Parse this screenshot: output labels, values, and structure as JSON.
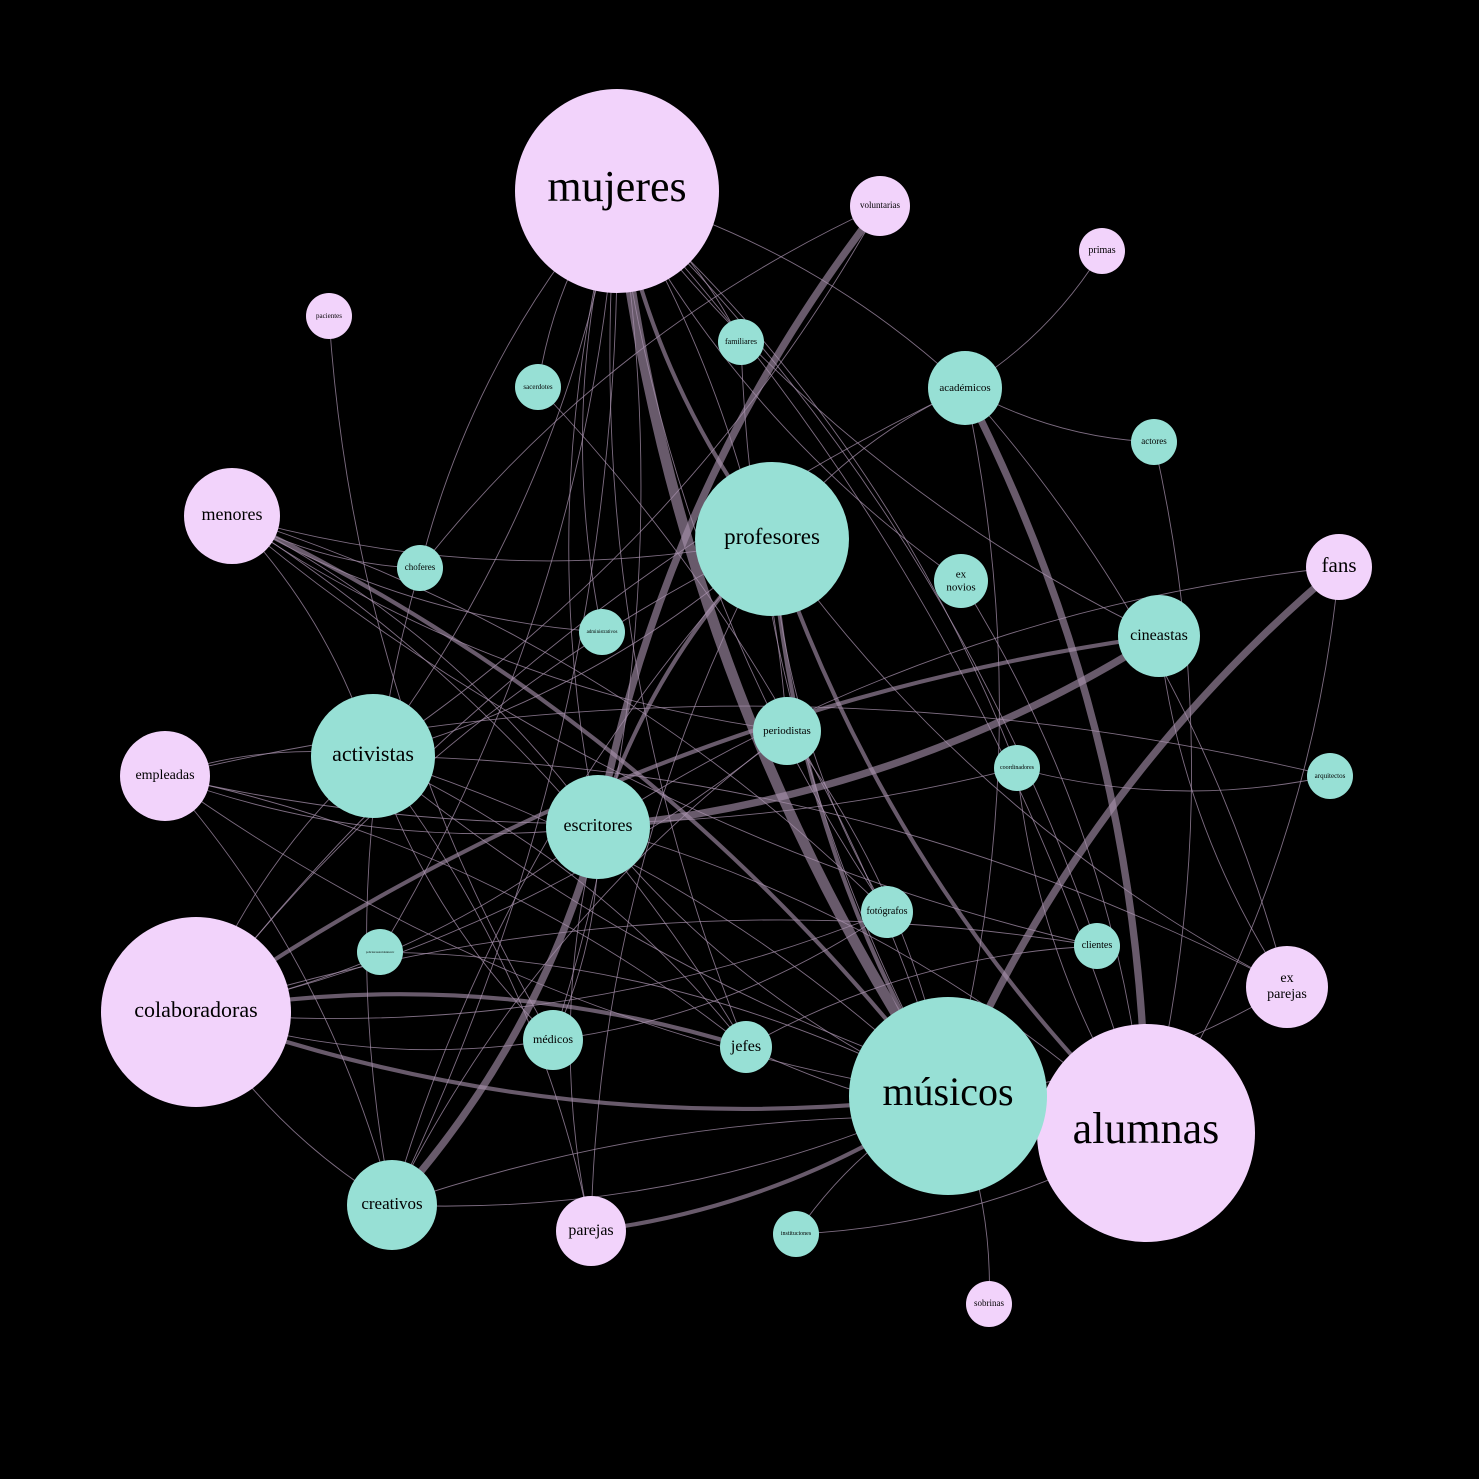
{
  "colors": {
    "background": "#000000",
    "female_node": "#f2d3fb",
    "male_node": "#97e0d5",
    "edge": "#a892ad",
    "label": "#000000"
  },
  "nodes": [
    {
      "id": "mujeres",
      "label": "mujeres",
      "group": "female",
      "weight": 10
    },
    {
      "id": "alumnas",
      "label": "alumnas",
      "group": "female",
      "weight": 10
    },
    {
      "id": "colaboradoras",
      "label": "colaboradoras",
      "group": "female",
      "weight": 9
    },
    {
      "id": "menores",
      "label": "menores",
      "group": "female",
      "weight": 4
    },
    {
      "id": "empleadas",
      "label": "empleadas",
      "group": "female",
      "weight": 4
    },
    {
      "id": "fans",
      "label": "fans",
      "group": "female",
      "weight": 3
    },
    {
      "id": "ex-parejas",
      "label": "ex\nparejas",
      "group": "female",
      "weight": 3.5
    },
    {
      "id": "parejas",
      "label": "parejas",
      "group": "female",
      "weight": 3
    },
    {
      "id": "voluntarias",
      "label": "voluntarias",
      "group": "female",
      "weight": 2
    },
    {
      "id": "primas",
      "label": "primas",
      "group": "female",
      "weight": 1.5
    },
    {
      "id": "pacientes",
      "label": "pacientes",
      "group": "female",
      "weight": 1.5
    },
    {
      "id": "sobrinas",
      "label": "sobrinas",
      "group": "female",
      "weight": 1.5
    },
    {
      "id": "musicos",
      "label": "músicos",
      "group": "male",
      "weight": 10
    },
    {
      "id": "profesores",
      "label": "profesores",
      "group": "male",
      "weight": 7
    },
    {
      "id": "activistas",
      "label": "activistas",
      "group": "male",
      "weight": 6
    },
    {
      "id": "escritores",
      "label": "escritores",
      "group": "male",
      "weight": 5
    },
    {
      "id": "cineastas",
      "label": "cineastas",
      "group": "male",
      "weight": 3.5
    },
    {
      "id": "creativos",
      "label": "creativos",
      "group": "male",
      "weight": 4
    },
    {
      "id": "academicos",
      "label": "académicos",
      "group": "male",
      "weight": 3.5
    },
    {
      "id": "periodistas",
      "label": "periodistas",
      "group": "male",
      "weight": 3
    },
    {
      "id": "medicos",
      "label": "médicos",
      "group": "male",
      "weight": 2.5
    },
    {
      "id": "jefes",
      "label": "jefes",
      "group": "male",
      "weight": 2.2
    },
    {
      "id": "fotografos",
      "label": "fotógrafos",
      "group": "male",
      "weight": 2.2
    },
    {
      "id": "clientes",
      "label": "clientes",
      "group": "male",
      "weight": 2
    },
    {
      "id": "ex-novios",
      "label": "ex\nnovios",
      "group": "male",
      "weight": 2.3
    },
    {
      "id": "choferes",
      "label": "choferes",
      "group": "male",
      "weight": 2
    },
    {
      "id": "administrativos",
      "label": "administrativos",
      "group": "male",
      "weight": 1.8
    },
    {
      "id": "familiares",
      "label": "familiares",
      "group": "male",
      "weight": 1.8
    },
    {
      "id": "sacerdotes",
      "label": "sacerdotes",
      "group": "male",
      "weight": 1.8
    },
    {
      "id": "actores",
      "label": "actores",
      "group": "male",
      "weight": 1.8
    },
    {
      "id": "coordinadores",
      "label": "coordinadores",
      "group": "male",
      "weight": 1.8
    },
    {
      "id": "arquitectos",
      "label": "arquitectos",
      "group": "male",
      "weight": 1.8
    },
    {
      "id": "policias",
      "label": "policías/autoridades/etc",
      "group": "male",
      "weight": 1.8
    },
    {
      "id": "instituciones",
      "label": "instituciones",
      "group": "male",
      "weight": 1.8
    }
  ],
  "edges": [
    {
      "source": "mujeres",
      "target": "musicos",
      "weight": 4
    },
    {
      "source": "mujeres",
      "target": "alumnas",
      "weight": 1
    },
    {
      "source": "mujeres",
      "target": "profesores",
      "weight": 2
    },
    {
      "source": "mujeres",
      "target": "periodistas",
      "weight": 1
    },
    {
      "source": "mujeres",
      "target": "fotografos",
      "weight": 1
    },
    {
      "source": "mujeres",
      "target": "clientes",
      "weight": 1
    },
    {
      "source": "mujeres",
      "target": "ex-novios",
      "weight": 1
    },
    {
      "source": "mujeres",
      "target": "academicos",
      "weight": 1
    },
    {
      "source": "mujeres",
      "target": "cineastas",
      "weight": 1
    },
    {
      "source": "mujeres",
      "target": "coordinadores",
      "weight": 1
    },
    {
      "source": "mujeres",
      "target": "jefes",
      "weight": 1
    },
    {
      "source": "mujeres",
      "target": "medicos",
      "weight": 1
    },
    {
      "source": "mujeres",
      "target": "escritores",
      "weight": 1
    },
    {
      "source": "mujeres",
      "target": "activistas",
      "weight": 1
    },
    {
      "source": "mujeres",
      "target": "choferes",
      "weight": 1
    },
    {
      "source": "mujeres",
      "target": "creativos",
      "weight": 1
    },
    {
      "source": "mujeres",
      "target": "administrativos",
      "weight": 1
    },
    {
      "source": "mujeres",
      "target": "familiares",
      "weight": 1
    },
    {
      "source": "mujeres",
      "target": "sacerdotes",
      "weight": 1
    },
    {
      "source": "mujeres",
      "target": "policias",
      "weight": 1
    },
    {
      "source": "voluntarias",
      "target": "escritores",
      "weight": 3
    },
    {
      "source": "voluntarias",
      "target": "activistas",
      "weight": 1
    },
    {
      "source": "voluntarias",
      "target": "choferes",
      "weight": 1
    },
    {
      "source": "primas",
      "target": "academicos",
      "weight": 1
    },
    {
      "source": "pacientes",
      "target": "medicos",
      "weight": 1
    },
    {
      "source": "menores",
      "target": "musicos",
      "weight": 2
    },
    {
      "source": "menores",
      "target": "profesores",
      "weight": 1
    },
    {
      "source": "menores",
      "target": "escritores",
      "weight": 1
    },
    {
      "source": "menores",
      "target": "periodistas",
      "weight": 1
    },
    {
      "source": "menores",
      "target": "fotografos",
      "weight": 1
    },
    {
      "source": "menores",
      "target": "clientes",
      "weight": 1
    },
    {
      "source": "menores",
      "target": "jefes",
      "weight": 1
    },
    {
      "source": "menores",
      "target": "choferes",
      "weight": 1
    },
    {
      "source": "menores",
      "target": "activistas",
      "weight": 1
    },
    {
      "source": "menores",
      "target": "administrativos",
      "weight": 1
    },
    {
      "source": "empleadas",
      "target": "activistas",
      "weight": 1
    },
    {
      "source": "empleadas",
      "target": "escritores",
      "weight": 1
    },
    {
      "source": "empleadas",
      "target": "jefes",
      "weight": 1
    },
    {
      "source": "empleadas",
      "target": "musicos",
      "weight": 1
    },
    {
      "source": "empleadas",
      "target": "creativos",
      "weight": 1
    },
    {
      "source": "empleadas",
      "target": "coordinadores",
      "weight": 1
    },
    {
      "source": "empleadas",
      "target": "arquitectos",
      "weight": 1
    },
    {
      "source": "colaboradoras",
      "target": "musicos",
      "weight": 2
    },
    {
      "source": "colaboradoras",
      "target": "activistas",
      "weight": 1
    },
    {
      "source": "colaboradoras",
      "target": "escritores",
      "weight": 1
    },
    {
      "source": "colaboradoras",
      "target": "cineastas",
      "weight": 2
    },
    {
      "source": "colaboradoras",
      "target": "medicos",
      "weight": 1
    },
    {
      "source": "colaboradoras",
      "target": "jefes",
      "weight": 2
    },
    {
      "source": "colaboradoras",
      "target": "creativos",
      "weight": 1
    },
    {
      "source": "colaboradoras",
      "target": "profesores",
      "weight": 1
    },
    {
      "source": "colaboradoras",
      "target": "periodistas",
      "weight": 1
    },
    {
      "source": "colaboradoras",
      "target": "academicos",
      "weight": 1
    },
    {
      "source": "colaboradoras",
      "target": "fotografos",
      "weight": 1
    },
    {
      "source": "colaboradoras",
      "target": "clientes",
      "weight": 1
    },
    {
      "source": "fans",
      "target": "musicos",
      "weight": 3
    },
    {
      "source": "fans",
      "target": "alumnas",
      "weight": 1
    },
    {
      "source": "fans",
      "target": "escritores",
      "weight": 1
    },
    {
      "source": "ex-parejas",
      "target": "musicos",
      "weight": 1
    },
    {
      "source": "ex-parejas",
      "target": "academicos",
      "weight": 1
    },
    {
      "source": "ex-parejas",
      "target": "profesores",
      "weight": 1
    },
    {
      "source": "ex-parejas",
      "target": "activistas",
      "weight": 1
    },
    {
      "source": "ex-parejas",
      "target": "cineastas",
      "weight": 1
    },
    {
      "source": "parejas",
      "target": "musicos",
      "weight": 2
    },
    {
      "source": "parejas",
      "target": "escritores",
      "weight": 1
    },
    {
      "source": "parejas",
      "target": "activistas",
      "weight": 1
    },
    {
      "source": "parejas",
      "target": "profesores",
      "weight": 1
    },
    {
      "source": "sobrinas",
      "target": "musicos",
      "weight": 1
    },
    {
      "source": "alumnas",
      "target": "profesores",
      "weight": 2
    },
    {
      "source": "alumnas",
      "target": "academicos",
      "weight": 3
    },
    {
      "source": "alumnas",
      "target": "musicos",
      "weight": 1
    },
    {
      "source": "alumnas",
      "target": "escritores",
      "weight": 1
    },
    {
      "source": "alumnas",
      "target": "activistas",
      "weight": 1
    },
    {
      "source": "alumnas",
      "target": "creativos",
      "weight": 1
    },
    {
      "source": "alumnas",
      "target": "instituciones",
      "weight": 1
    },
    {
      "source": "alumnas",
      "target": "ex-novios",
      "weight": 1
    },
    {
      "source": "alumnas",
      "target": "coordinadores",
      "weight": 1
    },
    {
      "source": "alumnas",
      "target": "actores",
      "weight": 1
    },
    {
      "source": "alumnas",
      "target": "jefes",
      "weight": 1
    },
    {
      "source": "creativos",
      "target": "escritores",
      "weight": 3
    },
    {
      "source": "creativos",
      "target": "profesores",
      "weight": 1
    },
    {
      "source": "creativos",
      "target": "musicos",
      "weight": 1
    },
    {
      "source": "creativos",
      "target": "choferes",
      "weight": 1
    },
    {
      "source": "escritores",
      "target": "cineastas",
      "weight": 3
    },
    {
      "source": "escritores",
      "target": "profesores",
      "weight": 2
    },
    {
      "source": "escritores",
      "target": "musicos",
      "weight": 1
    },
    {
      "source": "escritores",
      "target": "medicos",
      "weight": 1
    },
    {
      "source": "activistas",
      "target": "profesores",
      "weight": 1
    },
    {
      "source": "activistas",
      "target": "musicos",
      "weight": 1
    },
    {
      "source": "activistas",
      "target": "medicos",
      "weight": 1
    },
    {
      "source": "activistas",
      "target": "jefes",
      "weight": 1
    },
    {
      "source": "profesores",
      "target": "musicos",
      "weight": 2
    },
    {
      "source": "profesores",
      "target": "academicos",
      "weight": 1
    },
    {
      "source": "profesores",
      "target": "fotografos",
      "weight": 1
    },
    {
      "source": "periodistas",
      "target": "musicos",
      "weight": 1
    },
    {
      "source": "periodistas",
      "target": "creativos",
      "weight": 1
    },
    {
      "source": "academicos",
      "target": "musicos",
      "weight": 1
    },
    {
      "source": "academicos",
      "target": "actores",
      "weight": 1
    },
    {
      "source": "fotografos",
      "target": "medicos",
      "weight": 1
    },
    {
      "source": "clientes",
      "target": "jefes",
      "weight": 1
    },
    {
      "source": "policias",
      "target": "musicos",
      "weight": 1
    },
    {
      "source": "familiares",
      "target": "musicos",
      "weight": 1
    },
    {
      "source": "sacerdotes",
      "target": "musicos",
      "weight": 1
    },
    {
      "source": "coordinadores",
      "target": "arquitectos",
      "weight": 1
    },
    {
      "source": "instituciones",
      "target": "musicos",
      "weight": 1
    }
  ]
}
